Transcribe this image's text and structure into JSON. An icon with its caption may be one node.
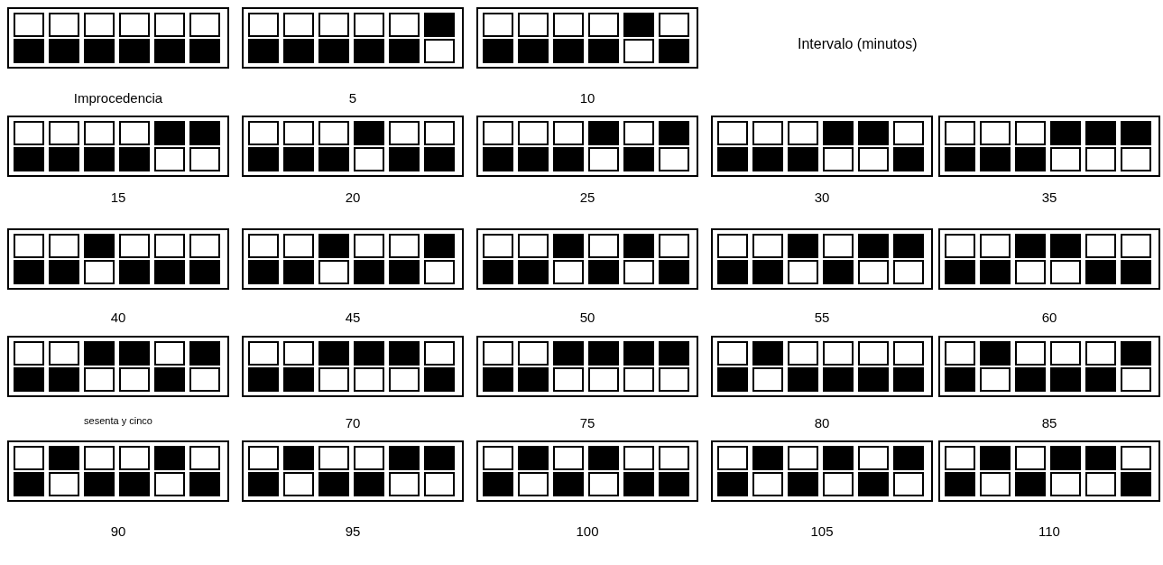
{
  "diagram": {
    "nodes": [
      {
        "text": [],
        "shape": "box",
        "beside": [
          "Improcedencia"
        ]
      },
      {
        "text": [],
        "shape": "square",
        "in": 0
      },
      {
        "text": [],
        "shape": "square",
        "in": 0
      },
      {
        "text": [],
        "shape": "square",
        "in": 0
      },
      {
        "text": [],
        "shape": "square",
        "in": 0
      },
      {
        "text": [],
        "shape": "square",
        "in": 0
      },
      {
        "text": [],
        "shape": "square",
        "in": 0
      },
      {
        "text": [],
        "shape": "block",
        "in": 0
      },
      {
        "text": [],
        "shape": "block",
        "in": 0
      },
      {
        "text": [],
        "shape": "block",
        "in": 0
      },
      {
        "text": [],
        "shape": "block",
        "in": 0
      },
      {
        "text": [],
        "shape": "block",
        "in": 0
      },
      {
        "text": [],
        "shape": "block",
        "in": 0
      },
      {
        "text": [],
        "shape": "box",
        "beside": [
          "5"
        ]
      },
      {
        "text": [],
        "shape": "square",
        "in": 13
      },
      {
        "text": [],
        "shape": "square",
        "in": 13
      },
      {
        "text": [],
        "shape": "square",
        "in": 13
      },
      {
        "text": [],
        "shape": "square",
        "in": 13
      },
      {
        "text": [],
        "shape": "square",
        "in": 13
      },
      {
        "text": [],
        "shape": "block",
        "in": 13
      },
      {
        "text": [],
        "shape": "block",
        "in": 13
      },
      {
        "text": [],
        "shape": "block",
        "in": 13
      },
      {
        "text": [],
        "shape": "block",
        "in": 13
      },
      {
        "text": [],
        "shape": "block",
        "in": 13
      },
      {
        "text": [],
        "shape": "block",
        "in": 13
      },
      {
        "text": [],
        "shape": "square",
        "in": 13
      },
      {
        "text": [],
        "shape": "box",
        "beside": [
          "10"
        ]
      },
      {
        "text": [],
        "shape": "square",
        "in": 26
      },
      {
        "text": [],
        "shape": "square",
        "in": 26
      },
      {
        "text": [],
        "shape": "square",
        "in": 26
      },
      {
        "text": [],
        "shape": "square",
        "in": 26
      },
      {
        "text": [],
        "shape": "block",
        "in": 26
      },
      {
        "text": [],
        "shape": "square",
        "in": 26
      },
      {
        "text": [],
        "shape": "block",
        "in": 26
      },
      {
        "text": [],
        "shape": "block",
        "in": 26
      },
      {
        "text": [],
        "shape": "block",
        "in": 26
      },
      {
        "text": [],
        "shape": "block",
        "in": 26
      },
      {
        "text": [],
        "shape": "square",
        "in": 26
      },
      {
        "text": [],
        "shape": "block",
        "in": 26
      },
      {
        "text": [],
        "shape": "box",
        "beside": [
          "15"
        ]
      },
      {
        "text": [],
        "shape": "square",
        "in": 39
      },
      {
        "text": [],
        "shape": "square",
        "in": 39
      },
      {
        "text": [],
        "shape": "square",
        "in": 39
      },
      {
        "text": [],
        "shape": "square",
        "in": 39
      },
      {
        "text": [],
        "shape": "block",
        "in": 39
      },
      {
        "text": [],
        "shape": "block",
        "in": 39
      },
      {
        "text": [],
        "shape": "block",
        "in": 39
      },
      {
        "text": [],
        "shape": "block",
        "in": 39
      },
      {
        "text": [],
        "shape": "block",
        "in": 39
      },
      {
        "text": [],
        "shape": "block",
        "in": 39
      },
      {
        "text": [],
        "shape": "square",
        "in": 39
      },
      {
        "text": [],
        "shape": "square",
        "in": 39
      },
      {
        "text": [],
        "shape": "box",
        "beside": [
          "20"
        ]
      },
      {
        "text": [],
        "shape": "square",
        "in": 52
      },
      {
        "text": [],
        "shape": "square",
        "in": 52
      },
      {
        "text": [],
        "shape": "square",
        "in": 52
      },
      {
        "text": [],
        "shape": "block",
        "in": 52
      },
      {
        "text": [],
        "shape": "square",
        "in": 52
      },
      {
        "text": [],
        "shape": "square",
        "in": 52
      },
      {
        "text": [],
        "shape": "block",
        "in": 52
      },
      {
        "text": [],
        "shape": "block",
        "in": 52
      },
      {
        "text": [],
        "shape": "block",
        "in": 52
      },
      {
        "text": [],
        "shape": "square",
        "in": 52
      },
      {
        "text": [],
        "shape": "block",
        "in": 52
      },
      {
        "text": [],
        "shape": "block",
        "in": 52
      },
      {
        "text": [],
        "shape": "box",
        "beside": [
          "25"
        ]
      },
      {
        "text": [],
        "shape": "square",
        "in": 65
      },
      {
        "text": [],
        "shape": "square",
        "in": 65
      },
      {
        "text": [],
        "shape": "square",
        "in": 65
      },
      {
        "text": [],
        "shape": "block",
        "in": 65
      },
      {
        "text": [],
        "shape": "square",
        "in": 65
      },
      {
        "text": [],
        "shape": "block",
        "in": 65
      },
      {
        "text": [],
        "shape": "block",
        "in": 65
      },
      {
        "text": [],
        "shape": "block",
        "in": 65
      },
      {
        "text": [],
        "shape": "block",
        "in": 65
      },
      {
        "text": [],
        "shape": "square",
        "in": 65
      },
      {
        "text": [],
        "shape": "block",
        "in": 65
      },
      {
        "text": [],
        "shape": "square",
        "in": 65
      },
      {
        "text": [],
        "shape": "box",
        "beside": [
          "30"
        ]
      },
      {
        "text": [],
        "shape": "square",
        "in": 78
      },
      {
        "text": [],
        "shape": "square",
        "in": 78
      },
      {
        "text": [],
        "shape": "square",
        "in": 78
      },
      {
        "text": [],
        "shape": "block",
        "in": 78
      },
      {
        "text": [],
        "shape": "block",
        "in": 78
      },
      {
        "text": [],
        "shape": "square",
        "in": 78
      },
      {
        "text": [],
        "shape": "block",
        "in": 78
      },
      {
        "text": [],
        "shape": "block",
        "in": 78
      },
      {
        "text": [],
        "shape": "block",
        "in": 78
      },
      {
        "text": [],
        "shape": "square",
        "in": 78
      },
      {
        "text": [],
        "shape": "square",
        "in": 78
      },
      {
        "text": [],
        "shape": "block",
        "in": 78
      },
      {
        "text": [],
        "shape": "box",
        "beside": [
          "35"
        ]
      },
      {
        "text": [],
        "shape": "square",
        "in": 91
      },
      {
        "text": [],
        "shape": "square",
        "in": 91
      },
      {
        "text": [],
        "shape": "square",
        "in": 91
      },
      {
        "text": [],
        "shape": "block",
        "in": 91
      },
      {
        "text": [],
        "shape": "block",
        "in": 91
      },
      {
        "text": [],
        "shape": "block",
        "in": 91
      },
      {
        "text": [],
        "shape": "block",
        "in": 91
      },
      {
        "text": [],
        "shape": "block",
        "in": 91
      },
      {
        "text": [],
        "shape": "block",
        "in": 91
      },
      {
        "text": [],
        "shape": "square",
        "in": 91
      },
      {
        "text": [],
        "shape": "square",
        "in": 91
      },
      {
        "text": [],
        "shape": "square",
        "in": 91
      },
      {
        "text": [],
        "shape": "box",
        "beside": [
          "40"
        ]
      },
      {
        "text": [],
        "shape": "square",
        "in": 104
      },
      {
        "text": [],
        "shape": "square",
        "in": 104
      },
      {
        "text": [],
        "shape": "block",
        "in": 104
      },
      {
        "text": [],
        "shape": "square",
        "in": 104
      },
      {
        "text": [],
        "shape": "square",
        "in": 104
      },
      {
        "text": [],
        "shape": "square",
        "in": 104
      },
      {
        "text": [],
        "shape": "block",
        "in": 104
      },
      {
        "text": [],
        "shape": "block",
        "in": 104
      },
      {
        "text": [],
        "shape": "square",
        "in": 104
      },
      {
        "text": [],
        "shape": "block",
        "in": 104
      },
      {
        "text": [],
        "shape": "block",
        "in": 104
      },
      {
        "text": [],
        "shape": "block",
        "in": 104
      },
      {
        "text": [],
        "shape": "box",
        "beside": [
          "45"
        ]
      },
      {
        "text": [],
        "shape": "square",
        "in": 117
      },
      {
        "text": [],
        "shape": "square",
        "in": 117
      },
      {
        "text": [],
        "shape": "block",
        "in": 117
      },
      {
        "text": [],
        "shape": "square",
        "in": 117
      },
      {
        "text": [],
        "shape": "square",
        "in": 117
      },
      {
        "text": [],
        "shape": "block",
        "in": 117
      },
      {
        "text": [],
        "shape": "block",
        "in": 117
      },
      {
        "text": [],
        "shape": "block",
        "in": 117
      },
      {
        "text": [],
        "shape": "square",
        "in": 117
      },
      {
        "text": [],
        "shape": "block",
        "in": 117
      },
      {
        "text": [],
        "shape": "block",
        "in": 117
      },
      {
        "text": [],
        "shape": "square",
        "in": 117
      },
      {
        "text": [],
        "shape": "box",
        "beside": [
          "50"
        ]
      },
      {
        "text": [],
        "shape": "square",
        "in": 130
      },
      {
        "text": [],
        "shape": "square",
        "in": 130
      },
      {
        "text": [],
        "shape": "block",
        "in": 130
      },
      {
        "text": [],
        "shape": "square",
        "in": 130
      },
      {
        "text": [],
        "shape": "block",
        "in": 130
      },
      {
        "text": [],
        "shape": "square",
        "in": 130
      },
      {
        "text": [],
        "shape": "block",
        "in": 130
      },
      {
        "text": [],
        "shape": "block",
        "in": 130
      },
      {
        "text": [],
        "shape": "square",
        "in": 130
      },
      {
        "text": [],
        "shape": "block",
        "in": 130
      },
      {
        "text": [],
        "shape": "square",
        "in": 130
      },
      {
        "text": [],
        "shape": "block",
        "in": 130
      },
      {
        "text": [],
        "shape": "box",
        "beside": [
          "55"
        ]
      },
      {
        "text": [],
        "shape": "square",
        "in": 143
      },
      {
        "text": [],
        "shape": "square",
        "in": 143
      },
      {
        "text": [],
        "shape": "block",
        "in": 143
      },
      {
        "text": [],
        "shape": "square",
        "in": 143
      },
      {
        "text": [],
        "shape": "block",
        "in": 143
      },
      {
        "text": [],
        "shape": "block",
        "in": 143
      },
      {
        "text": [],
        "shape": "block",
        "in": 143
      },
      {
        "text": [],
        "shape": "block",
        "in": 143
      },
      {
        "text": [],
        "shape": "square",
        "in": 143
      },
      {
        "text": [],
        "shape": "block",
        "in": 143
      },
      {
        "text": [],
        "shape": "square",
        "in": 143
      },
      {
        "text": [],
        "shape": "square",
        "in": 143
      },
      {
        "text": [],
        "shape": "box",
        "beside": [
          "60"
        ]
      },
      {
        "text": [],
        "shape": "square",
        "in": 156
      },
      {
        "text": [],
        "shape": "square",
        "in": 156
      },
      {
        "text": [],
        "shape": "block",
        "in": 156
      },
      {
        "text": [],
        "shape": "block",
        "in": 156
      },
      {
        "text": [],
        "shape": "square",
        "in": 156
      },
      {
        "text": [],
        "shape": "square",
        "in": 156
      },
      {
        "text": [],
        "shape": "block",
        "in": 156
      },
      {
        "text": [],
        "shape": "block",
        "in": 156
      },
      {
        "text": [],
        "shape": "square",
        "in": 156
      },
      {
        "text": [],
        "shape": "square",
        "in": 156
      },
      {
        "text": [],
        "shape": "block",
        "in": 156
      },
      {
        "text": [],
        "shape": "block",
        "in": 156
      },
      {
        "text": [],
        "shape": "box",
        "beside": [
          "sesenta y cinco"
        ]
      },
      {
        "text": [],
        "shape": "square",
        "in": 169
      },
      {
        "text": [],
        "shape": "square",
        "in": 169
      },
      {
        "text": [],
        "shape": "block",
        "in": 169
      },
      {
        "text": [],
        "shape": "block",
        "in": 169
      },
      {
        "text": [],
        "shape": "square",
        "in": 169
      },
      {
        "text": [],
        "shape": "block",
        "in": 169
      },
      {
        "text": [],
        "shape": "block",
        "in": 169
      },
      {
        "text": [],
        "shape": "block",
        "in": 169
      },
      {
        "text": [],
        "shape": "square",
        "in": 169
      },
      {
        "text": [],
        "shape": "square",
        "in": 169
      },
      {
        "text": [],
        "shape": "block",
        "in": 169
      },
      {
        "text": [],
        "shape": "square",
        "in": 169
      },
      {
        "text": [],
        "shape": "box",
        "beside": [
          "70"
        ]
      },
      {
        "text": [],
        "shape": "square",
        "in": 182
      },
      {
        "text": [],
        "shape": "square",
        "in": 182
      },
      {
        "text": [],
        "shape": "block",
        "in": 182
      },
      {
        "text": [],
        "shape": "block",
        "in": 182
      },
      {
        "text": [],
        "shape": "block",
        "in": 182
      },
      {
        "text": [],
        "shape": "square",
        "in": 182
      },
      {
        "text": [],
        "shape": "block",
        "in": 182
      },
      {
        "text": [],
        "shape": "block",
        "in": 182
      },
      {
        "text": [],
        "shape": "square",
        "in": 182
      },
      {
        "text": [],
        "shape": "square",
        "in": 182
      },
      {
        "text": [],
        "shape": "square",
        "in": 182
      },
      {
        "text": [],
        "shape": "block",
        "in": 182
      },
      {
        "text": [],
        "shape": "box",
        "beside": [
          "75"
        ]
      },
      {
        "text": [],
        "shape": "square",
        "in": 195
      },
      {
        "text": [],
        "shape": "square",
        "in": 195
      },
      {
        "text": [],
        "shape": "block",
        "in": 195
      },
      {
        "text": [],
        "shape": "block",
        "in": 195
      },
      {
        "text": [],
        "shape": "block",
        "in": 195
      },
      {
        "text": [],
        "shape": "block",
        "in": 195
      },
      {
        "text": [],
        "shape": "block",
        "in": 195
      },
      {
        "text": [],
        "shape": "block",
        "in": 195
      },
      {
        "text": [],
        "shape": "square",
        "in": 195
      },
      {
        "text": [],
        "shape": "square",
        "in": 195
      },
      {
        "text": [],
        "shape": "square",
        "in": 195
      },
      {
        "text": [],
        "shape": "square",
        "in": 195
      },
      {
        "text": [],
        "shape": "box",
        "beside": [
          "80"
        ]
      },
      {
        "text": [],
        "shape": "square",
        "in": 208
      },
      {
        "text": [],
        "shape": "block",
        "in": 208
      },
      {
        "text": [],
        "shape": "square",
        "in": 208
      },
      {
        "text": [],
        "shape": "square",
        "in": 208
      },
      {
        "text": [],
        "shape": "square",
        "in": 208
      },
      {
        "text": [],
        "shape": "square",
        "in": 208
      },
      {
        "text": [],
        "shape": "block",
        "in": 208
      },
      {
        "text": [],
        "shape": "square",
        "in": 208
      },
      {
        "text": [],
        "shape": "block",
        "in": 208
      },
      {
        "text": [],
        "shape": "block",
        "in": 208
      },
      {
        "text": [],
        "shape": "block",
        "in": 208
      },
      {
        "text": [],
        "shape": "block",
        "in": 208
      },
      {
        "text": [],
        "shape": "box",
        "beside": [
          "85"
        ]
      },
      {
        "text": [],
        "shape": "square",
        "in": 221
      },
      {
        "text": [],
        "shape": "block",
        "in": 221
      },
      {
        "text": [],
        "shape": "square",
        "in": 221
      },
      {
        "text": [],
        "shape": "square",
        "in": 221
      },
      {
        "text": [],
        "shape": "square",
        "in": 221
      },
      {
        "text": [],
        "shape": "block",
        "in": 221
      },
      {
        "text": [],
        "shape": "block",
        "in": 221
      },
      {
        "text": [],
        "shape": "square",
        "in": 221
      },
      {
        "text": [],
        "shape": "block",
        "in": 221
      },
      {
        "text": [],
        "shape": "block",
        "in": 221
      },
      {
        "text": [],
        "shape": "block",
        "in": 221
      },
      {
        "text": [],
        "shape": "square",
        "in": 221
      },
      {
        "text": [],
        "shape": "box",
        "beside": [
          "90"
        ]
      },
      {
        "text": [],
        "shape": "square",
        "in": 234
      },
      {
        "text": [],
        "shape": "block",
        "in": 234
      },
      {
        "text": [],
        "shape": "square",
        "in": 234
      },
      {
        "text": [],
        "shape": "square",
        "in": 234
      },
      {
        "text": [],
        "shape": "block",
        "in": 234
      },
      {
        "text": [],
        "shape": "square",
        "in": 234
      },
      {
        "text": [],
        "shape": "block",
        "in": 234
      },
      {
        "text": [],
        "shape": "square",
        "in": 234
      },
      {
        "text": [],
        "shape": "block",
        "in": 234
      },
      {
        "text": [],
        "shape": "block",
        "in": 234
      },
      {
        "text": [],
        "shape": "square",
        "in": 234
      },
      {
        "text": [],
        "shape": "block",
        "in": 234
      },
      {
        "text": [],
        "shape": "box",
        "beside": [
          "95"
        ]
      },
      {
        "text": [],
        "shape": "square",
        "in": 247
      },
      {
        "text": [],
        "shape": "block",
        "in": 247
      },
      {
        "text": [],
        "shape": "square",
        "in": 247
      },
      {
        "text": [],
        "shape": "square",
        "in": 247
      },
      {
        "text": [],
        "shape": "block",
        "in": 247
      },
      {
        "text": [],
        "shape": "block",
        "in": 247
      },
      {
        "text": [],
        "shape": "block",
        "in": 247
      },
      {
        "text": [],
        "shape": "square",
        "in": 247
      },
      {
        "text": [],
        "shape": "block",
        "in": 247
      },
      {
        "text": [],
        "shape": "block",
        "in": 247
      },
      {
        "text": [],
        "shape": "square",
        "in": 247
      },
      {
        "text": [],
        "shape": "square",
        "in": 247
      },
      {
        "text": [],
        "shape": "box",
        "beside": [
          "100"
        ]
      },
      {
        "text": [],
        "shape": "square",
        "in": 260
      },
      {
        "text": [],
        "shape": "block",
        "in": 260
      },
      {
        "text": [],
        "shape": "square",
        "in": 260
      },
      {
        "text": [],
        "shape": "block",
        "in": 260
      },
      {
        "text": [],
        "shape": "square",
        "in": 260
      },
      {
        "text": [],
        "shape": "square",
        "in": 260
      },
      {
        "text": [],
        "shape": "block",
        "in": 260
      },
      {
        "text": [],
        "shape": "square",
        "in": 260
      },
      {
        "text": [],
        "shape": "block",
        "in": 260
      },
      {
        "text": [],
        "shape": "square",
        "in": 260
      },
      {
        "text": [],
        "shape": "block",
        "in": 260
      },
      {
        "text": [],
        "shape": "block",
        "in": 260
      },
      {
        "text": [],
        "shape": "box",
        "beside": [
          "105"
        ]
      },
      {
        "text": [],
        "shape": "square",
        "in": 273
      },
      {
        "text": [],
        "shape": "block",
        "in": 273
      },
      {
        "text": [],
        "shape": "square",
        "in": 273
      },
      {
        "text": [],
        "shape": "block",
        "in": 273
      },
      {
        "text": [],
        "shape": "square",
        "in": 273
      },
      {
        "text": [],
        "shape": "block",
        "in": 273
      },
      {
        "text": [],
        "shape": "block",
        "in": 273
      },
      {
        "text": [],
        "shape": "square",
        "in": 273
      },
      {
        "text": [],
        "shape": "block",
        "in": 273
      },
      {
        "text": [],
        "shape": "square",
        "in": 273
      },
      {
        "text": [],
        "shape": "block",
        "in": 273
      },
      {
        "text": [],
        "shape": "square",
        "in": 273
      },
      {
        "text": [],
        "shape": "box",
        "beside": [
          "110"
        ]
      },
      {
        "text": [],
        "shape": "square",
        "in": 286
      },
      {
        "text": [],
        "shape": "block",
        "in": 286
      },
      {
        "text": [],
        "shape": "square",
        "in": 286
      },
      {
        "text": [],
        "shape": "block",
        "in": 286
      },
      {
        "text": [],
        "shape": "block",
        "in": 286
      },
      {
        "text": [],
        "shape": "square",
        "in": 286
      },
      {
        "text": [],
        "shape": "block",
        "in": 286
      },
      {
        "text": [],
        "shape": "square",
        "in": 286
      },
      {
        "text": [],
        "shape": "block",
        "in": 286
      },
      {
        "text": [],
        "shape": "square",
        "in": 286
      },
      {
        "text": [],
        "shape": "square",
        "in": 286
      },
      {
        "text": [],
        "shape": "block",
        "in": 286
      }
    ],
    "labels": [
      "Intervalo (minutos)"
    ]
  }
}
